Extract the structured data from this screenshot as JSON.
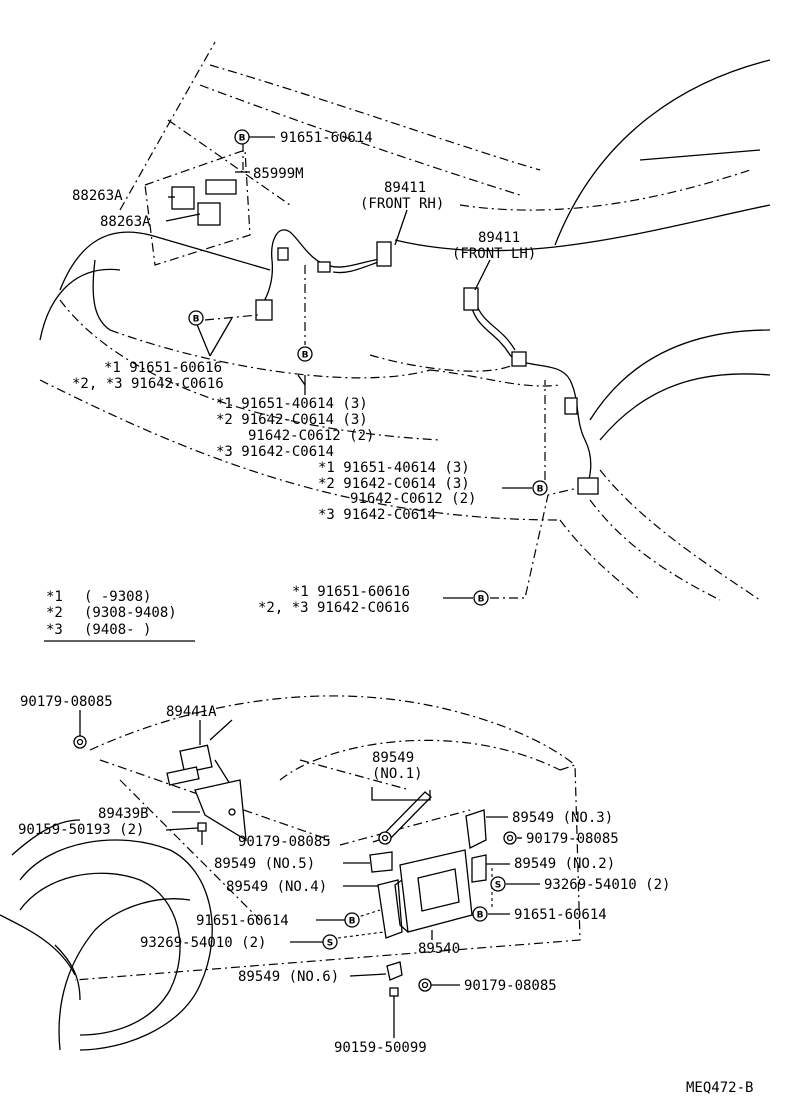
{
  "diagram_id": "MEQ472-B",
  "markers": {
    "bolt": "B",
    "screw": "S"
  },
  "labels": {
    "p_91651_60614_top": "91651-60614",
    "p_85999m": "85999M",
    "p_88263a_1": "88263A",
    "p_88263a_2": "88263A",
    "p_89411_rh": "89411",
    "p_89411_rh_note": "(FRONT RH)",
    "p_89411_lh": "89411",
    "p_89411_lh_note": "(FRONT LH)",
    "g1_l1": "*1  91651-60616",
    "g1_l2": "*2, *3  91642-C0616",
    "g2_l1": "*1  91651-40614 (3)",
    "g2_l2": "*2  91642-C0614 (3)",
    "g2_l3": "91642-C0612 (2)",
    "g2_l4": "*3  91642-C0614",
    "g3_l1": "*1  91651-40614 (3)",
    "g3_l2": "*2  91642-C0614 (3)",
    "g3_l3": "91642-C0612 (2)",
    "g3_l4": "*3  91642-C0614",
    "g4_l1": "*1  91651-60616",
    "g4_l2": "*2, *3  91642-C0616",
    "p_90179_08085_a": "90179-08085",
    "p_89441a": "89441A",
    "p_89549_no1": "89549",
    "p_89549_no1_note": "(NO.1)",
    "p_89439b": "89439B",
    "p_90159_50193": "90159-50193 (2)",
    "p_90179_08085_b": "90179-08085",
    "p_89549_no3": "89549 (NO.3)",
    "p_90179_08085_c": "90179-08085",
    "p_89549_no5": "89549 (NO.5)",
    "p_89549_no2": "89549 (NO.2)",
    "p_89549_no4": "89549 (NO.4)",
    "p_93269_54010_r": "93269-54010 (2)",
    "p_91651_60614_l": "91651-60614",
    "p_91651_60614_r": "91651-60614",
    "p_93269_54010_l": "93269-54010 (2)",
    "p_89540": "89540",
    "p_89549_no6": "89549 (NO.6)",
    "p_90179_08085_d": "90179-08085",
    "p_90159_50099": "90159-50099"
  },
  "legend": [
    {
      "key": "*1",
      "range": "(      -9308)"
    },
    {
      "key": "*2",
      "range": "(9308-9408)"
    },
    {
      "key": "*3",
      "range": "(9408-      )"
    }
  ]
}
